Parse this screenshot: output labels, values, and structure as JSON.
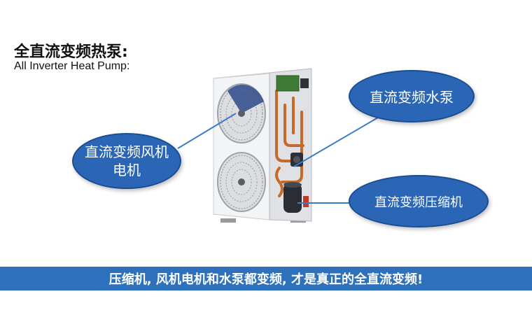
{
  "title": {
    "cn": "全直流变频热泵:",
    "en": "All Inverter Heat Pump:"
  },
  "callouts": {
    "fan_motor": "直流变频风机电机",
    "water_pump": "直流变频水泵",
    "compressor": "直流变频压缩机"
  },
  "banner": {
    "text": "压缩机, 风机电机和水泵都变频, 才是真正的全直流变频!"
  },
  "colors": {
    "bubble": "#2a66b5",
    "banner": "#2d70bc",
    "leader": "#3b7bc8"
  }
}
